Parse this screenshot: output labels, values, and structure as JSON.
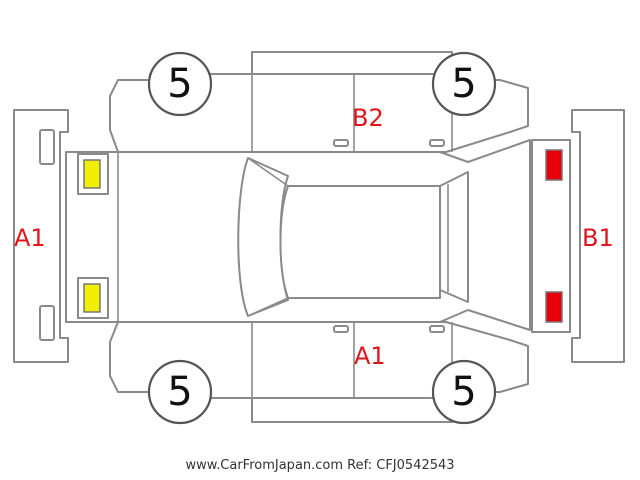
{
  "diagram": {
    "zones": {
      "front_bumper": "A1",
      "rear_bumper": "B1",
      "left_side": "B2",
      "right_side": "A1"
    },
    "tires": {
      "front_left": "5",
      "rear_left": "5",
      "front_right": "5",
      "rear_right": "5"
    },
    "marker_colors": {
      "front_lights": "#f2ee00",
      "rear_lights": "#e8000d"
    }
  },
  "footer": {
    "watermark": "www.CarFromJapan.com Ref: CFJ0542543"
  }
}
